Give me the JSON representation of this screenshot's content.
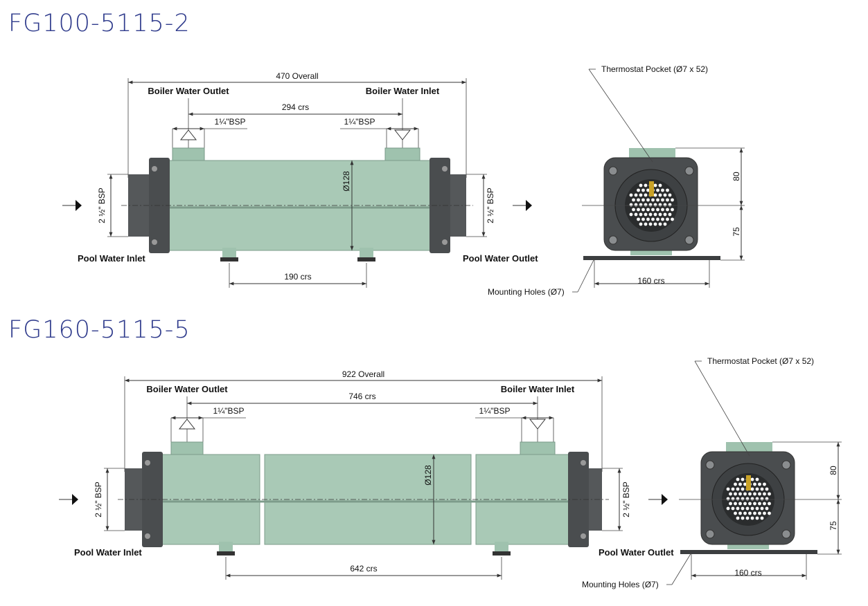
{
  "units": [
    {
      "title": "FG100-5115-2",
      "overall": "470 Overall",
      "boiler_outlet": "Boiler Water Outlet",
      "boiler_inlet": "Boiler Water Inlet",
      "boiler_crs": "294 crs",
      "bsp_left": "1¼\"BSP",
      "bsp_right": "1¼\"BSP",
      "diameter": "Ø128",
      "pool_bsp_left": "2 ½\" BSP",
      "pool_bsp_right": "2 ½\" BSP",
      "pool_inlet": "Pool Water Inlet",
      "pool_outlet": "Pool Water Outlet",
      "feet_crs": "190 crs",
      "thermostat": "Thermostat Pocket (Ø7 x 52)",
      "mounting": "Mounting Holes (Ø7)",
      "dim_upper": "80",
      "dim_lower": "75",
      "base_crs": "160 crs"
    },
    {
      "title": "FG160-5115-5",
      "overall": "922 Overall",
      "boiler_outlet": "Boiler Water Outlet",
      "boiler_inlet": "Boiler Water Inlet",
      "boiler_crs": "746 crs",
      "bsp_left": "1¼\"BSP",
      "bsp_right": "1¼\"BSP",
      "diameter": "Ø128",
      "pool_bsp_left": "2 ½\" BSP",
      "pool_bsp_right": "2 ½\" BSP",
      "pool_inlet": "Pool Water Inlet",
      "pool_outlet": "Pool Water Outlet",
      "feet_crs": "642 crs",
      "thermostat": "Thermostat Pocket (Ø7 x 52)",
      "mounting": "Mounting Holes (Ø7)",
      "dim_upper": "80",
      "dim_lower": "75",
      "base_crs": "160 crs"
    }
  ],
  "colors": {
    "title": "#2f3b8c",
    "body": "#a9c9b6",
    "cap": "#4a4d4f",
    "brass": "#c9a227"
  }
}
